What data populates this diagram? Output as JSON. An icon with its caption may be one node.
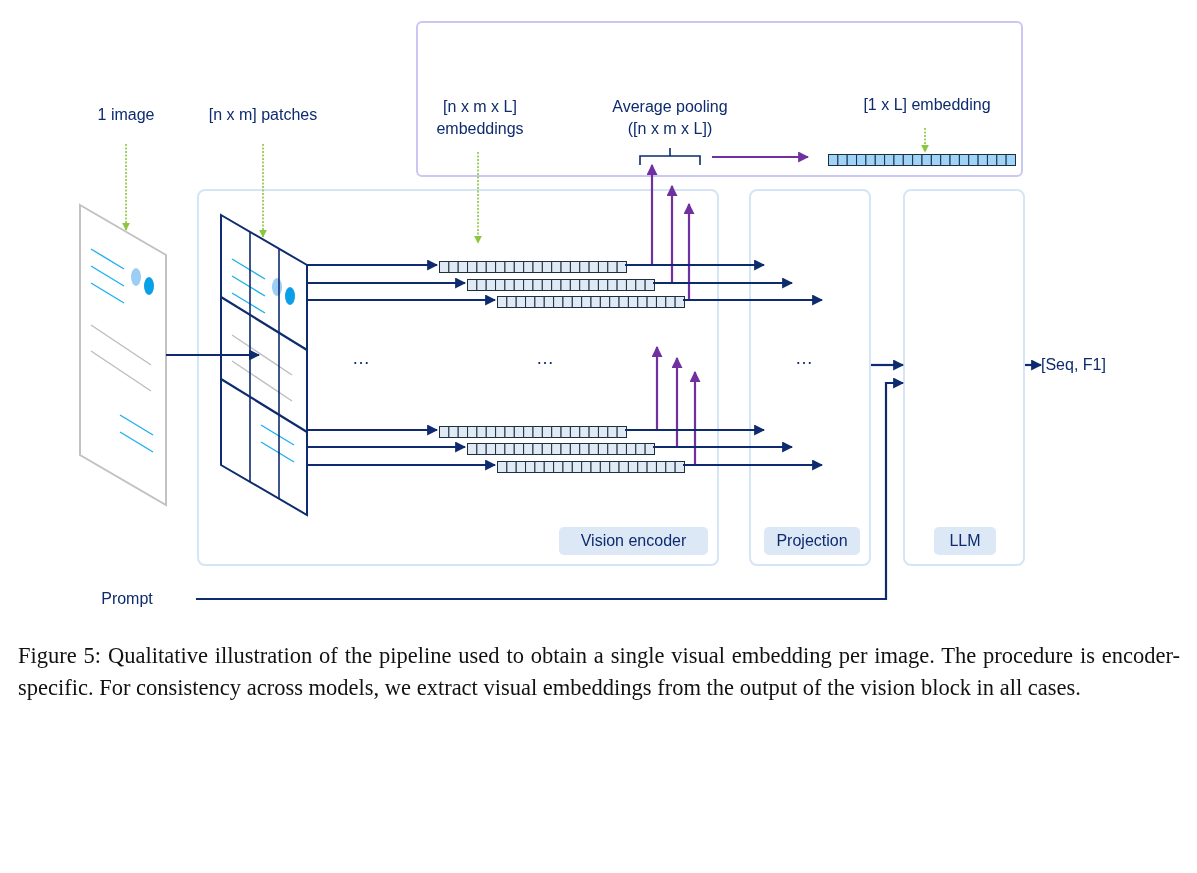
{
  "diagram": {
    "caption": "Figure 5: Qualitative illustration of the pipeline used to obtain a single visual embedding per image. The procedure is encoder-specific. For consistency across models, we extract visual embeddings from the output of the vision block in all cases.",
    "nodes": [
      {
        "text": [
          "1 image"
        ]
      },
      {
        "text": [],
        "shape": "picture"
      },
      {
        "text": [
          "[n x m] patches"
        ]
      },
      {
        "text": [],
        "shape": "picture",
        "in": 10
      },
      {
        "text": [],
        "shape": "box"
      },
      {
        "text": [
          "[n x m x L] embeddings"
        ],
        "in": 4
      },
      {
        "text": [
          "Average pooling ([n x m x L])"
        ],
        "in": 4
      },
      {
        "text": [],
        "shape": "bracket",
        "in": 4
      },
      {
        "text": [
          "[1 x L] embedding"
        ],
        "in": 4
      },
      {
        "text": [],
        "shape": "bar",
        "in": 4
      },
      {
        "text": [
          "Vision encoder"
        ]
      },
      {
        "text": [],
        "shape": "bar",
        "in": 10
      },
      {
        "text": [],
        "shape": "bar",
        "in": 10
      },
      {
        "text": [],
        "shape": "bar",
        "in": 10
      },
      {
        "text": [],
        "shape": "bar",
        "in": 10
      },
      {
        "text": [],
        "shape": "bar",
        "in": 10
      },
      {
        "text": [],
        "shape": "bar",
        "in": 10
      },
      {
        "text": [
          "Projection"
        ]
      },
      {
        "text": [
          "LLM"
        ]
      },
      {
        "text": [
          "[Seq, F1]"
        ]
      },
      {
        "text": [
          "Prompt"
        ]
      }
    ],
    "edges": [
      {
        "from": 0,
        "to": 1,
        "arrow": "to",
        "style": "dashed",
        "color": "#8cc63f"
      },
      {
        "from": 2,
        "to": 3,
        "arrow": "to",
        "style": "dashed",
        "color": "#8cc63f"
      },
      {
        "from": 5,
        "to": 11,
        "arrow": "to",
        "style": "dashed",
        "color": "#8cc63f"
      },
      {
        "from": 8,
        "to": 9,
        "arrow": "to",
        "style": "dashed",
        "color": "#8cc63f"
      },
      {
        "from": 1,
        "to": 3,
        "arrow": "to"
      },
      {
        "from": 3,
        "to": 11,
        "arrow": "to"
      },
      {
        "from": 3,
        "to": 12,
        "arrow": "to"
      },
      {
        "from": 3,
        "to": 13,
        "arrow": "to"
      },
      {
        "from": 3,
        "to": 14,
        "arrow": "to"
      },
      {
        "from": 3,
        "to": 15,
        "arrow": "to"
      },
      {
        "from": 3,
        "to": 16,
        "arrow": "to"
      },
      {
        "from": 11,
        "to": 17,
        "arrow": "to"
      },
      {
        "from": 12,
        "to": 17,
        "arrow": "to"
      },
      {
        "from": 13,
        "to": 17,
        "arrow": "to"
      },
      {
        "from": 14,
        "to": 17,
        "arrow": "to"
      },
      {
        "from": 15,
        "to": 17,
        "arrow": "to"
      },
      {
        "from": 16,
        "to": 17,
        "arrow": "to"
      },
      {
        "from": 11,
        "to": 7,
        "arrow": "to",
        "color": "#7030a0"
      },
      {
        "from": 12,
        "to": 7,
        "arrow": "to",
        "color": "#7030a0"
      },
      {
        "from": 13,
        "to": 7,
        "arrow": "to",
        "color": "#7030a0"
      },
      {
        "from": 14,
        "to": null,
        "arrow": "to",
        "color": "#7030a0"
      },
      {
        "from": 15,
        "to": null,
        "arrow": "to",
        "color": "#7030a0"
      },
      {
        "from": 16,
        "to": null,
        "arrow": "to",
        "color": "#7030a0"
      },
      {
        "from": 7,
        "to": 9,
        "arrow": "to",
        "color": "#7030a0"
      },
      {
        "from": 17,
        "to": 18,
        "arrow": "to"
      },
      {
        "from": 20,
        "to": 18,
        "arrow": "to"
      },
      {
        "from": 18,
        "to": 19,
        "arrow": "to"
      }
    ],
    "labels": [
      "…",
      "…",
      "…"
    ]
  }
}
